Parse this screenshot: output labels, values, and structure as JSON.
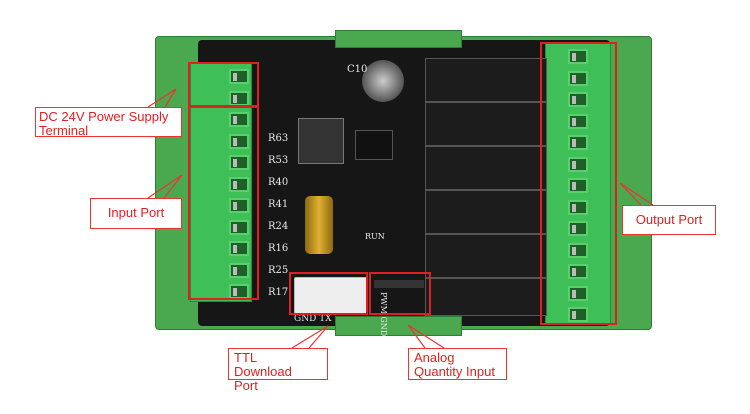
{
  "callouts": {
    "power": "DC 24V Power Supply Terminal",
    "input": "Input Port",
    "output": "Output Port",
    "ttl": "TTL Download Port",
    "analog": "Analog Quantity Input"
  },
  "silkscreen": {
    "resistors": [
      "R63",
      "R53",
      "R40",
      "R41",
      "R24",
      "R16",
      "R25",
      "R17"
    ],
    "ttl_pins": "GND TX",
    "analog_pins": "PWM GND",
    "cap": "C10",
    "run": "RUN"
  },
  "colors": {
    "accent": "#e02020",
    "board": "#161616",
    "terminal": "#3fbf57"
  }
}
